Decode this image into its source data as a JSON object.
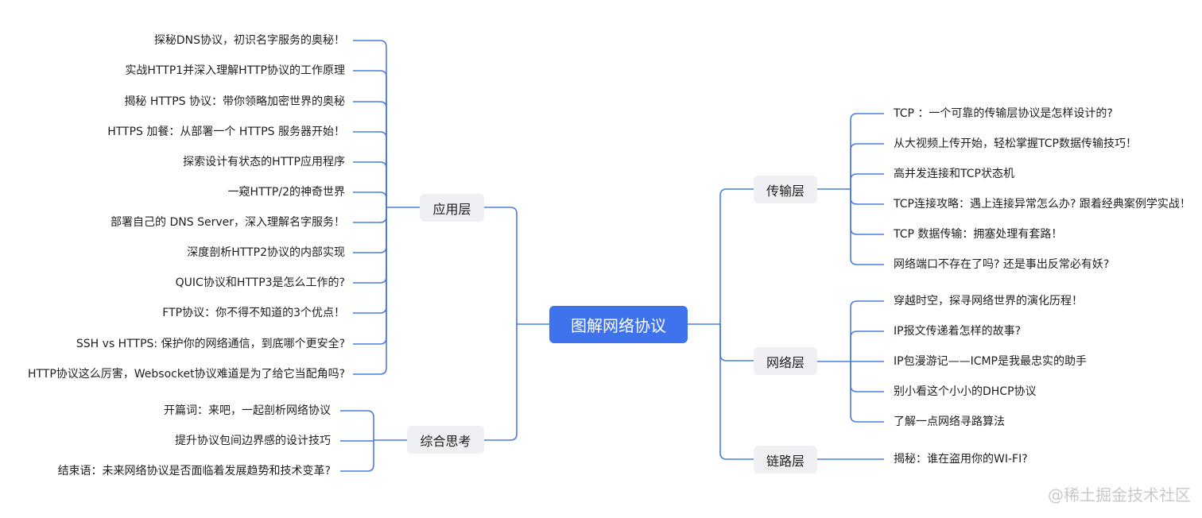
{
  "root": {
    "label": "图解网络协议"
  },
  "left_branches": [
    {
      "label": "应用层",
      "children": [
        "探秘DNS协议，初识名字服务的奥秘！",
        "实战HTTP1并深入理解HTTP协议的工作原理",
        "揭秘 HTTPS 协议：带你领略加密世界的奥秘",
        "HTTPS 加餐：从部署一个 HTTPS 服务器开始！",
        "探索设计有状态的HTTP应用程序",
        "一窥HTTP/2的神奇世界",
        "部署自己的 DNS Server，深入理解名字服务！",
        "深度剖析HTTP2协议的内部实现",
        "QUIC协议和HTTP3是怎么工作的?",
        "FTP协议：你不得不知道的3个优点！",
        "SSH vs HTTPS: 保护你的网络通信，到底哪个更安全?",
        "HTTP协议这么厉害，Websocket协议难道是为了给它当配角吗?"
      ]
    },
    {
      "label": "综合思考",
      "children": [
        "开篇词：来吧，一起剖析网络协议",
        "提升协议包间边界感的设计技巧",
        "结束语：未来网络协议是否面临着发展趋势和技术变革?"
      ]
    }
  ],
  "right_branches": [
    {
      "label": "传输层",
      "children": [
        "TCP ：一个可靠的传输层协议是怎样设计的?",
        "从大视频上传开始，轻松掌握TCP数据传输技巧！",
        "高并发连接和TCP状态机",
        "TCP连接攻略：遇上连接异常怎么办? 跟着经典案例学实战！",
        "TCP 数据传输：拥塞处理有套路！",
        "网络端口不存在了吗? 还是事出反常必有妖?"
      ]
    },
    {
      "label": "网络层",
      "children": [
        "穿越时空，探寻网络世界的演化历程！",
        "IP报文传递着怎样的故事?",
        "IP包漫游记——ICMP是我最忠实的助手",
        "别小看这个小小的DHCP协议",
        "了解一点网络寻路算法"
      ]
    },
    {
      "label": "链路层",
      "children": [
        "揭秘：谁在盗用你的WI-FI?"
      ]
    }
  ],
  "watermark": "@稀土掘金技术社区",
  "colors": {
    "edge": "#4a7be0",
    "root_bg": "#3f73ee",
    "node_bg": "#eef0f3"
  }
}
